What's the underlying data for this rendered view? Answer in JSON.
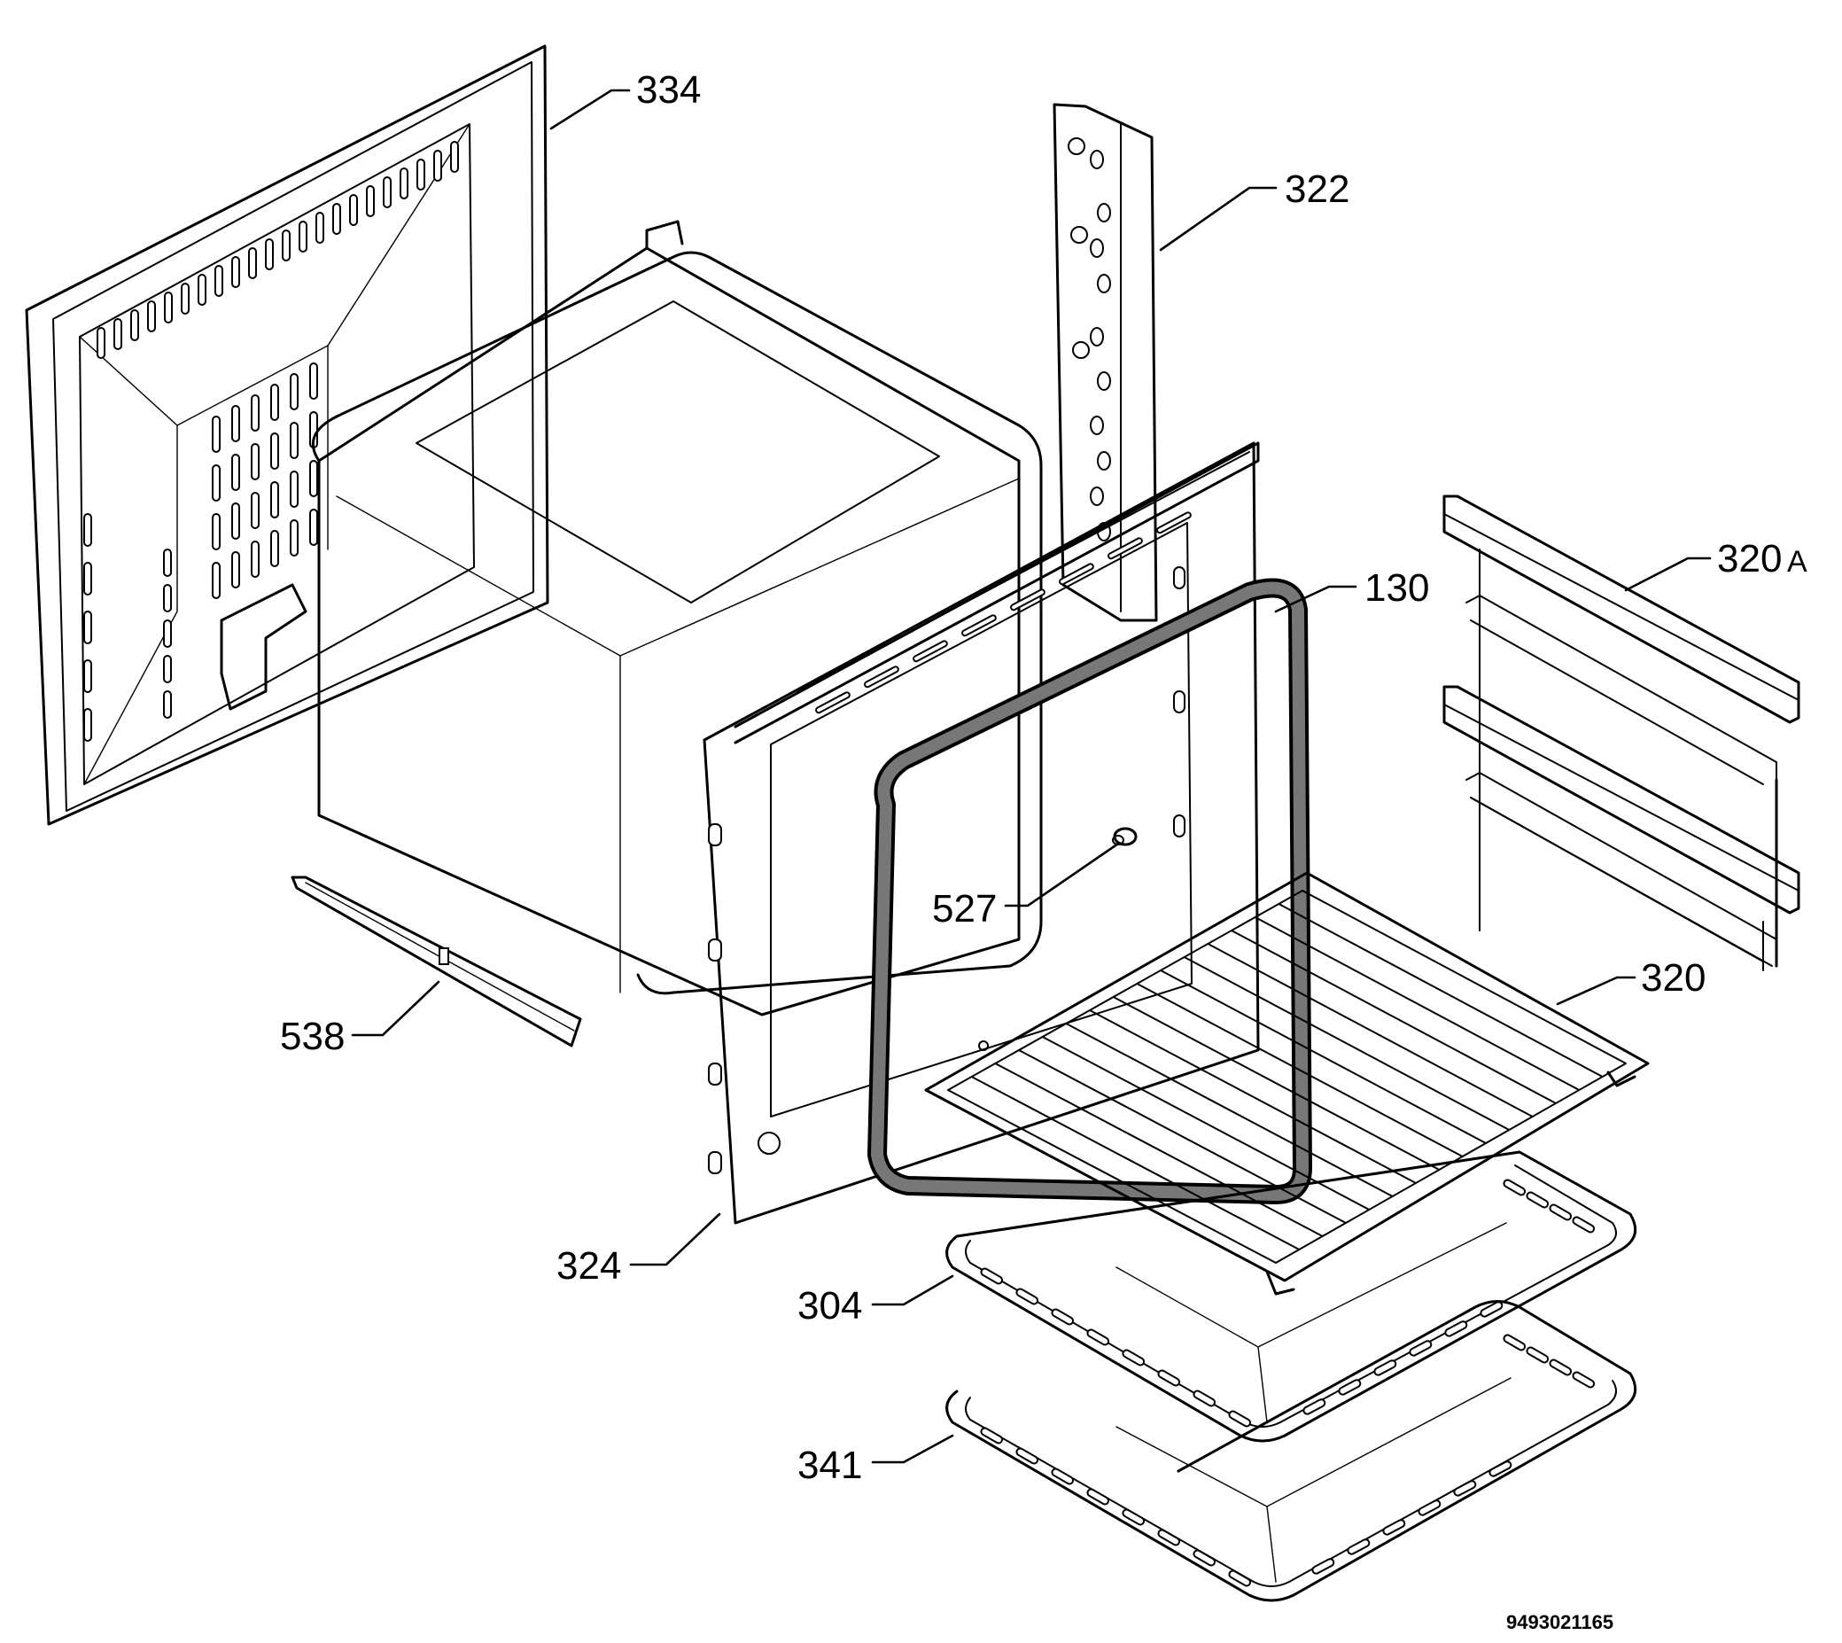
{
  "parts": {
    "p334": "334",
    "p322": "322",
    "p130": "130",
    "p320a": "320",
    "p320a_suffix": "A",
    "p527": "527",
    "p320": "320",
    "p538": "538",
    "p324": "324",
    "p304": "304",
    "p341": "341"
  },
  "drawing_code": "9493021165"
}
